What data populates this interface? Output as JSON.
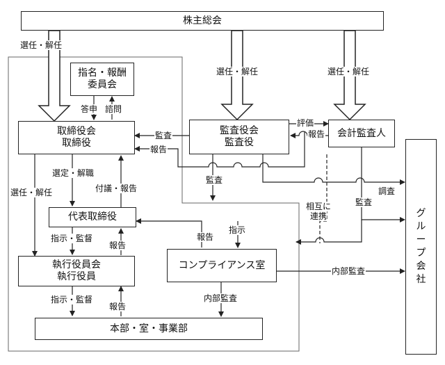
{
  "nodes": {
    "shareholders_meeting": "株主総会",
    "nomination_committee": [
      "指名・報酬",
      "委員会"
    ],
    "board": [
      "取締役会",
      "取締役"
    ],
    "audit_board": [
      "監査役会",
      "監査役"
    ],
    "accounting_auditor": "会計監査人",
    "representative_director": "代表取締役",
    "executive_board": [
      "執行役員会",
      "執行役員"
    ],
    "compliance_office": "コンプライアンス室",
    "divisions": "本部・室・事業部",
    "group_companies": [
      "グ",
      "ル",
      "ー",
      "プ",
      "会",
      "社"
    ]
  },
  "edges": {
    "elect_dismiss_left": "選任・解任",
    "elect_dismiss_audit": "選任・解任",
    "elect_dismiss_accounting": "選任・解任",
    "report_answer": "答申",
    "consult": "諮問",
    "audit_to_board": "監査",
    "report_to_audit": "報告",
    "evaluation": "評価",
    "report_from_accounting": "報告",
    "select_dismiss_rep": "選定・解職",
    "elect_dismiss_exec": "選任・解任",
    "submit_report": "付議・報告",
    "audit_down": "監査",
    "investigation": "調査",
    "accounting_audit": "監査",
    "mutual_link": [
      "相互に",
      "連携"
    ],
    "instruction": "指示",
    "report_comp": "報告",
    "instruct_supervise_1": "指示・監督",
    "report_exec": "報告",
    "internal_audit_group": "内部監査",
    "instruct_supervise_2": "指示・監督",
    "report_div": "報告",
    "internal_audit_div": "内部監査"
  }
}
